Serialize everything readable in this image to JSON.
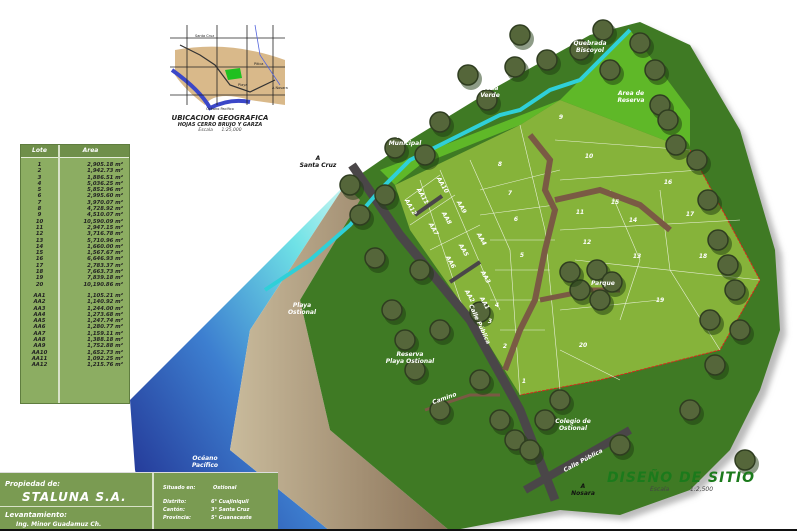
{
  "title": "DISEÑO DE SITIO",
  "scale_label": "Escala",
  "scale_value": "1:2,500",
  "location_map": {
    "title": "UBICACION GEOGRAFICA",
    "subtitle": "HOJAS CERRO BRUJO Y GARZA",
    "scale_label": "Escala",
    "scale_value": "1:25,000",
    "places": [
      "Santa Cruz",
      "Pitica",
      "Playa",
      "A Nosara",
      "Océano Pacífico"
    ]
  },
  "table": {
    "headers": [
      "Lote",
      "Area"
    ],
    "lots": [
      [
        "1",
        "2,905.18 m²"
      ],
      [
        "2",
        "1,942.73 m²"
      ],
      [
        "3",
        "1,886.51 m²"
      ],
      [
        "4",
        "5,036.25 m²"
      ],
      [
        "5",
        "5,852.96 m²"
      ],
      [
        "6",
        "2,995.60 m²"
      ],
      [
        "7",
        "3,970.07 m²"
      ],
      [
        "8",
        "4,728.92 m²"
      ],
      [
        "9",
        "4,510.07 m²"
      ],
      [
        "10",
        "10,590.09 m²"
      ],
      [
        "11",
        "2,947.15 m²"
      ],
      [
        "12",
        "3,716.78 m²"
      ],
      [
        "13",
        "5,710.96 m²"
      ],
      [
        "14",
        "1,660.00 m²"
      ],
      [
        "15",
        "1,567.67 m²"
      ],
      [
        "16",
        "6,646.93 m²"
      ],
      [
        "17",
        "2,783.37 m²"
      ],
      [
        "18",
        "7,663.73 m²"
      ],
      [
        "19",
        "7,839.18 m²"
      ],
      [
        "20",
        "10,190.86 m²"
      ]
    ],
    "aa_lots": [
      [
        "AA1",
        "1,105.21 m²"
      ],
      [
        "AA2",
        "1,140.92 m²"
      ],
      [
        "AA3",
        "1,244.00 m²"
      ],
      [
        "AA4",
        "1,273.68 m²"
      ],
      [
        "AA5",
        "1,247.74 m²"
      ],
      [
        "AA6",
        "1,280.77 m²"
      ],
      [
        "AA7",
        "1,159.11 m²"
      ],
      [
        "AA8",
        "1,388.18 m²"
      ],
      [
        "AA9",
        "1,752.88 m²"
      ],
      [
        "AA10",
        "1,652.73 m²"
      ],
      [
        "AA11",
        "1,092.25 m²"
      ],
      [
        "AA12",
        "1,215.76 m²"
      ]
    ]
  },
  "info": {
    "owner_label": "Propiedad de:",
    "owner": "STALUNA S.A.",
    "survey_label": "Levantamiento:",
    "surveyor": "Ing. Minor Guadamuz Ch.",
    "situated_label": "Situado en:",
    "situated": "Ostional",
    "district_label": "Distrito:",
    "district": "6° Cuajiniquil",
    "canton_label": "Cantón:",
    "canton": "3° Santa Cruz",
    "province_label": "Provincia:",
    "province": "5° Guanacaste"
  },
  "map_labels": {
    "area_municipal": [
      "Area",
      "Municipal"
    ],
    "zona_verde": [
      "Zona",
      "Verde"
    ],
    "quebrada": [
      "Quebrada",
      "Biscoyol"
    ],
    "reserva_area": [
      "Area de",
      "Reserva"
    ],
    "parque": "Parque",
    "playa": [
      "Playa",
      "Ostional"
    ],
    "reserva_playa": [
      "Reserva",
      "Playa Ostional"
    ],
    "oceano": [
      "Océano",
      "Pacífico"
    ],
    "camino": "Camino",
    "calle1": "Calle Pública",
    "calle2": "Calle Pública",
    "colegio": [
      "Colegio de",
      "Ostional"
    ],
    "santa_cruz": [
      "A",
      "Santa Cruz"
    ],
    "nosara": [
      "A",
      "Nosara"
    ]
  },
  "lot_labels": [
    "1",
    "2",
    "3",
    "4",
    "5",
    "6",
    "7",
    "8",
    "9",
    "10",
    "11",
    "12",
    "13",
    "14",
    "15",
    "16",
    "17",
    "18",
    "19",
    "20",
    "AA1",
    "AA2",
    "AA3",
    "AA4",
    "AA5",
    "AA6",
    "AA7",
    "AA8",
    "AA9",
    "AA10",
    "AA11",
    "AA12"
  ],
  "colors": {
    "grass": "#3f7a24",
    "lots": "#86b33a",
    "road": "#4a4648",
    "path": "#7a5a44",
    "river": "#2fd0d8",
    "ocean_deep": "#2a3aa0",
    "ocean_shallow": "#5fe0e8",
    "title": "#1b7a1b",
    "boundary": "#d8251b"
  }
}
